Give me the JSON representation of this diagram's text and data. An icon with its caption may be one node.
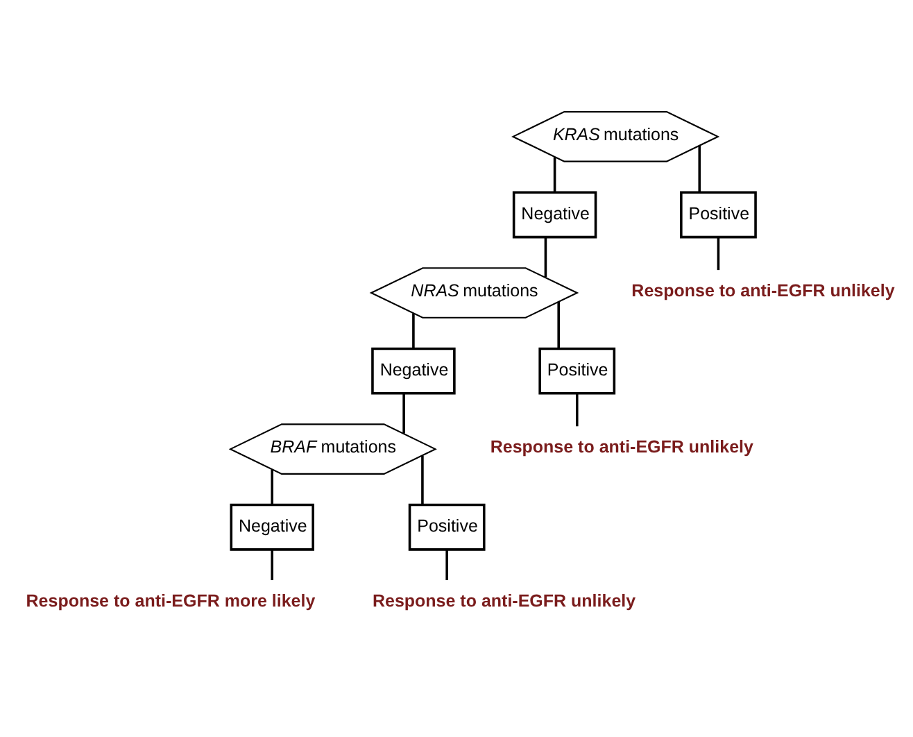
{
  "diagram": {
    "nodes": [
      {
        "text": [
          "*KRAS* mutations"
        ]
      },
      {
        "text": [
          "Negative"
        ]
      },
      {
        "text": [
          "Positive"
        ]
      },
      {
        "text": [
          "Response to anti-EGFR unlikely"
        ]
      },
      {
        "text": [
          "*NRAS* mutations"
        ]
      },
      {
        "text": [
          "Negative"
        ]
      },
      {
        "text": [
          "Positive"
        ]
      },
      {
        "text": [
          "Response to anti-EGFR unlikely"
        ]
      },
      {
        "text": [
          "*BRAF* mutations"
        ]
      },
      {
        "text": [
          "Negative"
        ]
      },
      {
        "text": [
          "Positive"
        ]
      },
      {
        "text": [
          "Response to anti-EGFR more likely"
        ]
      },
      {
        "text": [
          "Response to anti-EGFR unlikely"
        ]
      }
    ],
    "edges": [
      {
        "from": 0,
        "to": 1,
        "arrow": "none"
      },
      {
        "from": 0,
        "to": 2,
        "arrow": "none"
      },
      {
        "from": 2,
        "to": 3,
        "arrow": "none"
      },
      {
        "from": 1,
        "to": 4,
        "arrow": "none"
      },
      {
        "from": 4,
        "to": 5,
        "arrow": "none"
      },
      {
        "from": 4,
        "to": 6,
        "arrow": "none"
      },
      {
        "from": 6,
        "to": 7,
        "arrow": "none"
      },
      {
        "from": 5,
        "to": 8,
        "arrow": "none"
      },
      {
        "from": 8,
        "to": 9,
        "arrow": "none"
      },
      {
        "from": 8,
        "to": 10,
        "arrow": "none"
      },
      {
        "from": 9,
        "to": 11,
        "arrow": "none"
      },
      {
        "from": 10,
        "to": 12,
        "arrow": "none"
      }
    ]
  }
}
